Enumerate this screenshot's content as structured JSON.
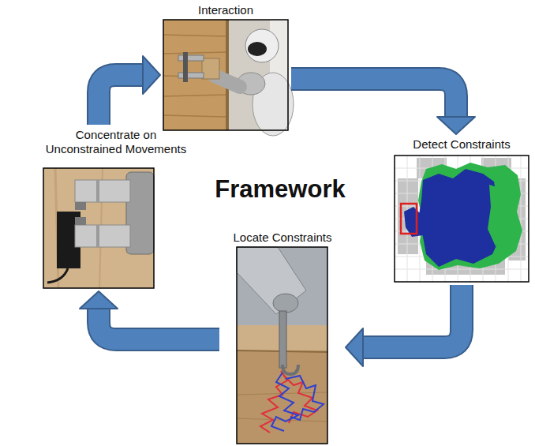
{
  "diagram": {
    "title": "Framework",
    "nodes": [
      {
        "text": [
          "Interaction"
        ]
      },
      {
        "text": [
          "Detect Constraints"
        ]
      },
      {
        "text": [
          "Locate Constraints"
        ]
      },
      {
        "text": [
          "Concentrate on Unconstrained Movements"
        ]
      }
    ],
    "edges": [
      {
        "from": 0,
        "to": 1,
        "arrow": "to"
      },
      {
        "from": 1,
        "to": 2,
        "arrow": "to"
      },
      {
        "from": 2,
        "to": 3,
        "arrow": "to"
      },
      {
        "from": 3,
        "to": 0,
        "arrow": "to"
      }
    ]
  }
}
